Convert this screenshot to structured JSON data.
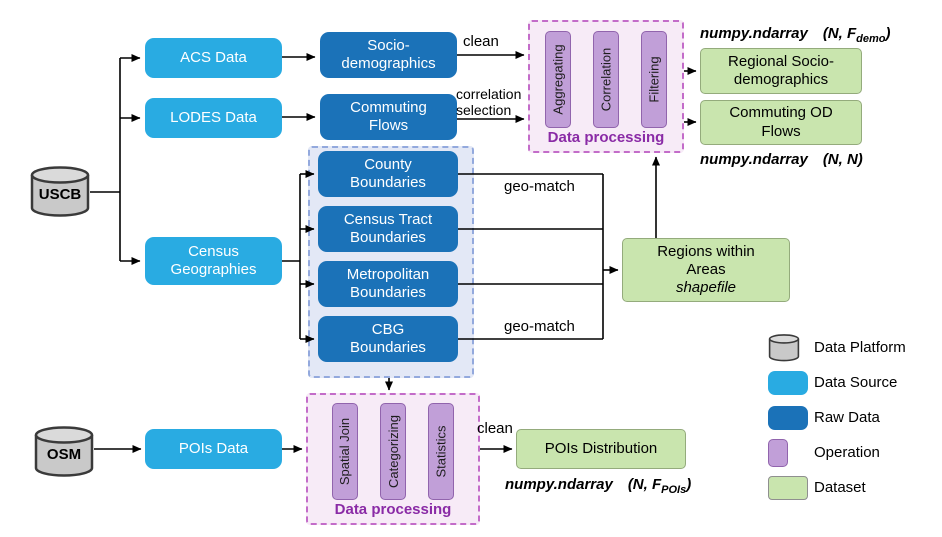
{
  "colors": {
    "data_source": "#29abe2",
    "raw_data": "#1b72b8",
    "operation_fill": "#c19fd8",
    "operation_border": "#9164ad",
    "dataset_fill": "#c9e5ae",
    "processing_bg": "#f7ebf7",
    "processing_border": "#c36cc9",
    "boundaries_bg": "#e3e8f6",
    "boundaries_border": "#93a9dd",
    "platform_fill": "#c9c9c9",
    "processing_label_color": "#8a2ba6"
  },
  "cylinders": {
    "uscb": "USCB",
    "osm": "OSM"
  },
  "nodes": {
    "acs": "ACS Data",
    "lodes": "LODES Data",
    "census_geo": "Census\nGeographies",
    "pois_data": "POIs Data",
    "socio": "Socio-\ndemographics",
    "commuting": "Commuting\nFlows",
    "county": "County\nBoundaries",
    "tract": "Census Tract\nBoundaries",
    "metro": "Metropolitan\nBoundaries",
    "cbg": "CBG\nBoundaries",
    "regional_socio": "Regional Socio-\ndemographics",
    "od_flows": "Commuting OD\nFlows",
    "regions": "Regions within\nAreas",
    "regions_sub": "shapefile",
    "pois_dist": "POIs Distribution"
  },
  "processing_top": {
    "label": "Data processing",
    "ops": [
      "Aggregating",
      "Correlation",
      "Filtering"
    ]
  },
  "processing_bottom": {
    "label": "Data processing",
    "ops": [
      "Spatial Join",
      "Categorizing",
      "Statistics"
    ]
  },
  "edge_labels": {
    "clean_top": "clean",
    "correlation": "correlation",
    "selection": "selection",
    "geo_match_top": "geo-match",
    "geo_match_bottom": "geo-match",
    "clean_bottom": "clean"
  },
  "annotations": {
    "regional": {
      "text": "numpy.ndarray",
      "shape_pre": "(N, F",
      "sub": "demo",
      "shape_post": ")"
    },
    "od": {
      "text": "numpy.ndarray",
      "shape": "(N, N)"
    },
    "pois": {
      "text": "numpy.ndarray",
      "shape_pre": "(N, F",
      "sub": "POIs",
      "shape_post": ")"
    }
  },
  "legend": {
    "items": [
      {
        "label": "Data Platform"
      },
      {
        "label": "Data Source"
      },
      {
        "label": "Raw Data"
      },
      {
        "label": "Operation"
      },
      {
        "label": "Dataset"
      }
    ]
  }
}
